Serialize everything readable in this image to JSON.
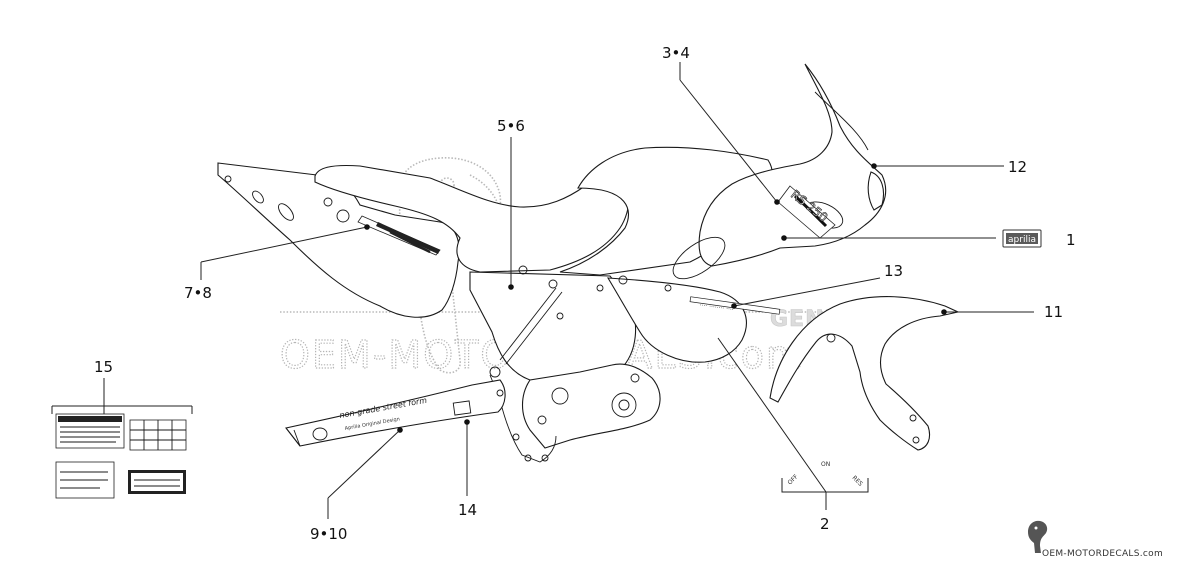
{
  "watermark": {
    "text": "OEM-MOTORDECALS.com",
    "footer_text": "OEM-MOTORDECALS.com",
    "brand_overlay": "GENUINE"
  },
  "decal_badge": "aprilia",
  "switch_labels": {
    "left": "OFF",
    "middle": "ON",
    "right": "RES"
  },
  "decal_texts": {
    "swingarm": "non-grade street form",
    "swingarm_sub": "Aprilia Original Design"
  },
  "callouts": {
    "c1": "1",
    "c2": "2",
    "c3_4": "3•4",
    "c5_6": "5•6",
    "c7_8": "7•8",
    "c9_10": "9•10",
    "c11": "11",
    "c12": "12",
    "c13": "13",
    "c14": "14",
    "c15": "15"
  }
}
